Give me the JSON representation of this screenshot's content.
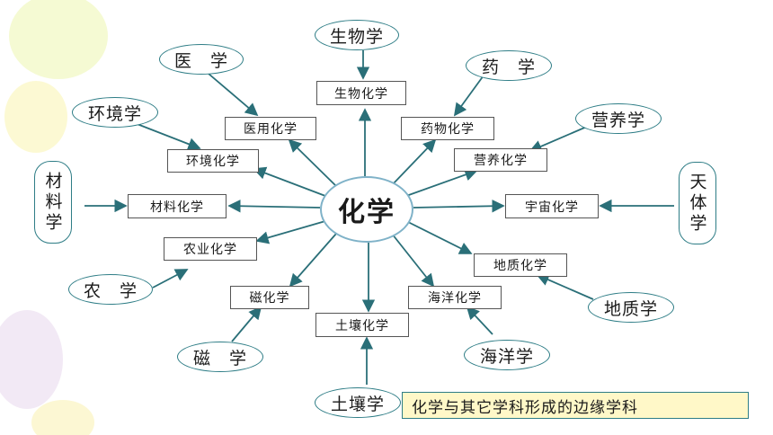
{
  "center": "化学",
  "fields": {
    "biology": "生物学",
    "medicine": "医　学",
    "pharmacy": "药　学",
    "environment": "环境学",
    "nutrition": "营养学",
    "materials": "材料学",
    "astronomy": "天体学",
    "agriculture": "农　学",
    "geology": "地质学",
    "magnetism": "磁　学",
    "oceanography": "海洋学",
    "soil": "土壤学"
  },
  "subfields": {
    "biochem": "生物化学",
    "medchem": "医用化学",
    "pharmchem": "药物化学",
    "envchem": "环境化学",
    "nutrichem": "营养化学",
    "matchem": "材料化学",
    "cosmochem": "宇宙化学",
    "agrichem": "农业化学",
    "geochem": "地质化学",
    "magchem": "磁化学",
    "marinechem": "海洋化学",
    "soilchem": "土壤化学"
  },
  "caption": "化学与其它学科形成的边缘学科",
  "colors": {
    "arrow": "#2a6f78",
    "field_border": "#2e7d86",
    "caption_bg": "#fff8c8"
  }
}
